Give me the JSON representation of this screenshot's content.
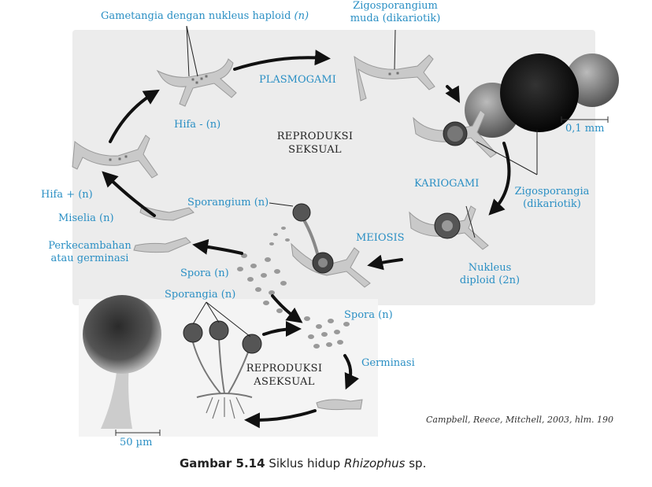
{
  "labels": {
    "gametangia": "Gametangia dengan nukleus haploid",
    "gametangia_n": "(n)",
    "zygo_young_1": "Zigosporangium",
    "zygo_young_2": "muda (dikariotik)",
    "plasmogami": "PLASMOGAMI",
    "scale_top": "0,1 mm",
    "hifa_minus": "Hifa - (n)",
    "repro_seksual_1": "REPRODUKSI",
    "repro_seksual_2": "SEKSUAL",
    "kariogami": "KARIOGAMI",
    "zygosporangia_1": "Zigosporangia",
    "zygosporangia_2": "(dikariotik)",
    "hifa_plus": "Hifa + (n)",
    "miselia": "Miselia (n)",
    "sporangium": "Sporangium (n)",
    "meiosis": "MEIOSIS",
    "perkecambahan_1": "Perkecambahan",
    "perkecambahan_2": "atau germinasi",
    "spora_left": "Spora (n)",
    "nukleus_1": "Nukleus",
    "nukleus_2": "diploid (2n)",
    "sporangia": "Sporangia (n)",
    "spora_right": "Spora (n)",
    "germinasi": "Germinasi",
    "repro_aseksual_1": "REPRODUKSI",
    "repro_aseksual_2": "ASEKSUAL",
    "scale_bottom": "50 µm"
  },
  "credit": "Campbell, Reece, Mitchell, 2003, hlm. 190",
  "caption": {
    "prefix": "Gambar 5.14",
    "text": " Siklus hidup ",
    "species": "Rhizophus",
    "suffix": " sp."
  },
  "colors": {
    "label": "#2a8fc4",
    "arrow": "#111111",
    "hyphae": "#c8c8c8"
  }
}
